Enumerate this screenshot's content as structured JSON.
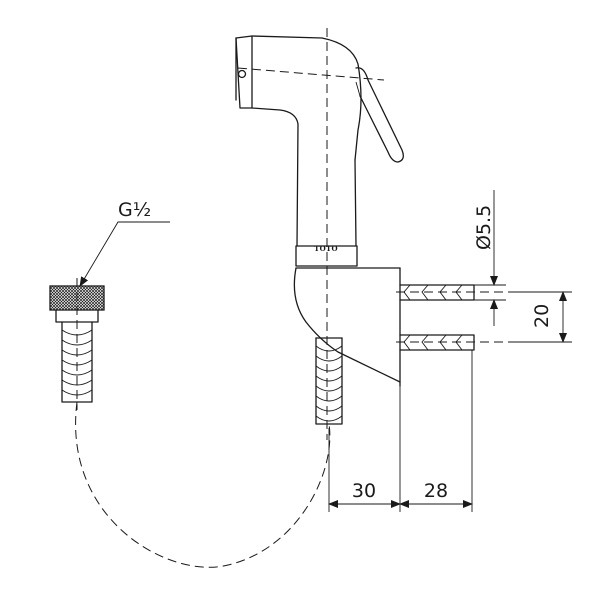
{
  "labels": {
    "thread_size": "G½",
    "brand": "TOTO",
    "hole_diameter": "Ø5.5",
    "dim_spacing": "20",
    "dim_offset": "30",
    "dim_projection": "28"
  }
}
